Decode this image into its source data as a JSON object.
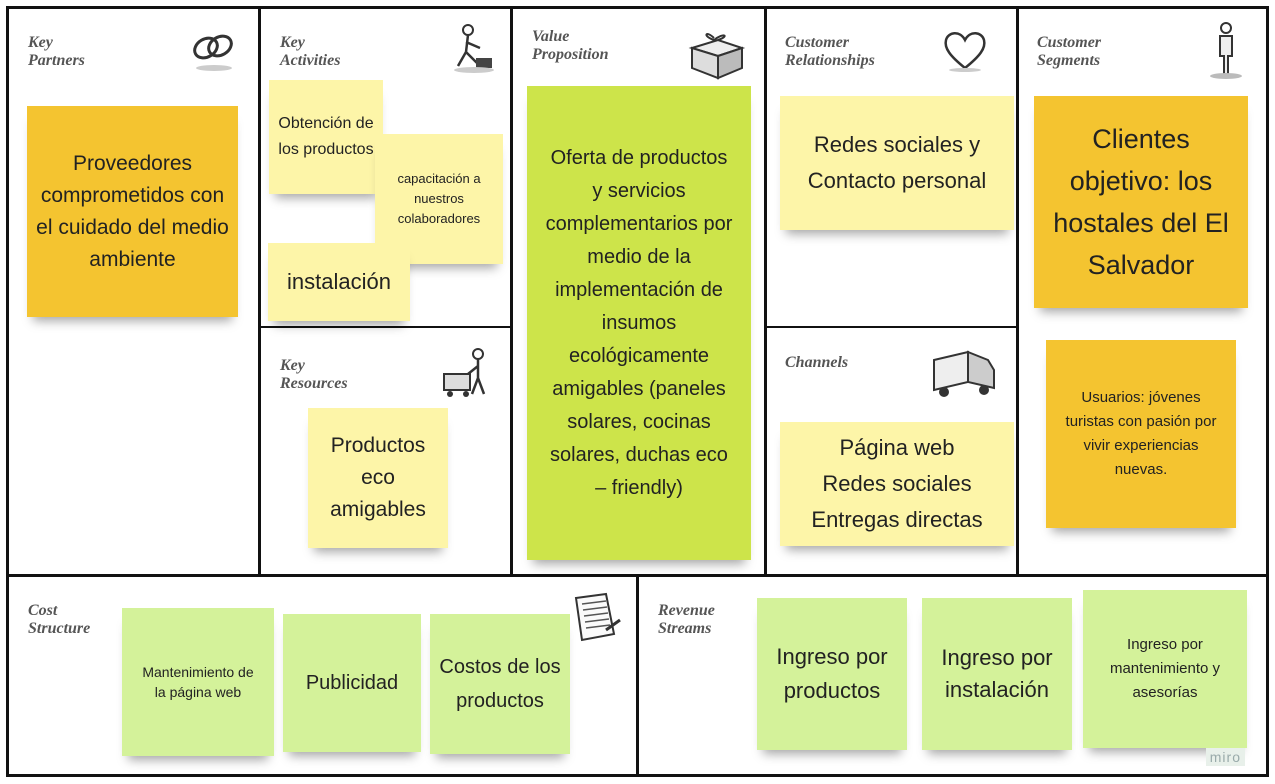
{
  "cells": {
    "key_partners": "Key\nPartners",
    "key_activities": "Key\nActivities",
    "value_proposition": "Value\nProposition",
    "customer_relationships": "Customer\nRelationships",
    "customer_segments": "Customer\nSegments",
    "key_resources": "Key\nResources",
    "channels": "Channels",
    "cost_structure": "Cost\nStructure",
    "revenue_streams": "Revenue\nStreams"
  },
  "notes": {
    "partners": "Proveedores comprometidos con el cuidado del medio ambiente",
    "activity_1": "Obtención de los productos",
    "activity_2": "capacitación a nuestros colaboradores",
    "activity_3": "instalación",
    "resources": "Productos eco amigables",
    "value": "Oferta de productos y servicios complementarios por medio de la implementación de insumos ecológicamente amigables (paneles solares, cocinas solares, duchas eco – friendly)",
    "relationships": "Redes sociales y Contacto personal",
    "channels": "Página web\nRedes sociales\nEntregas directas",
    "segment_1": "Clientes objetivo:  los hostales del El Salvador",
    "segment_2": "Usuarios: jóvenes turistas con pasión por vivir experiencias nuevas.",
    "cost_1": "Mantenimiento de la página web",
    "cost_2": "Publicidad",
    "cost_3": "Costos de los productos",
    "revenue_1": "Ingreso por productos",
    "revenue_2": "Ingreso por instalación",
    "revenue_3": "Ingreso por mantenimiento y asesorías"
  },
  "icons": [
    "chain-icon",
    "worker-icon",
    "gift-icon",
    "heart-icon",
    "person-icon",
    "forklift-icon",
    "truck-icon",
    "receipt-icon"
  ],
  "colors": {
    "orange": "#f4c430",
    "yellow": "#fdf5a8",
    "lime": "#cde44a",
    "green": "#d4f29a"
  },
  "watermark": "miro"
}
